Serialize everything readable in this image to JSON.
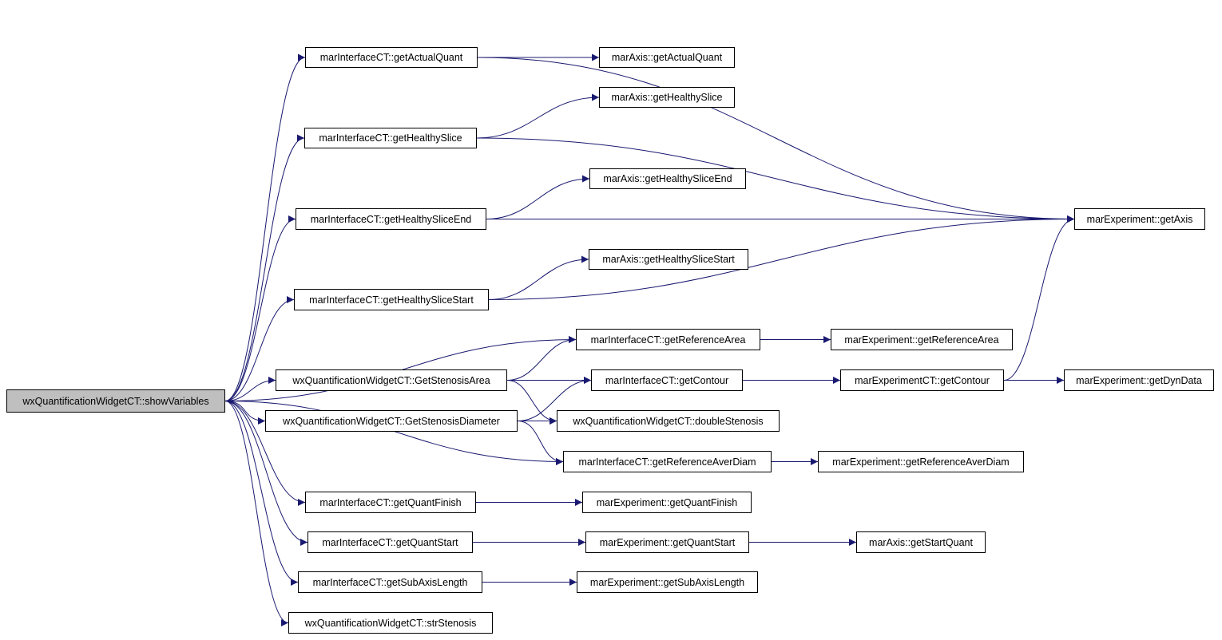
{
  "colors": {
    "edge": "#191970",
    "root_fill": "#bfbfbf",
    "node_fill": "#ffffff",
    "border": "#000000"
  },
  "nodes": {
    "root": "wxQuantificationWidgetCT::showVariables",
    "getActualQuant": "marInterfaceCT::getActualQuant",
    "axisGetActualQuant": "marAxis::getActualQuant",
    "getHealthySlice": "marInterfaceCT::getHealthySlice",
    "axisGetHealthySlice": "marAxis::getHealthySlice",
    "getHealthySliceEnd": "marInterfaceCT::getHealthySliceEnd",
    "axisGetHealthySliceEnd": "marAxis::getHealthySliceEnd",
    "getHealthySliceStart": "marInterfaceCT::getHealthySliceStart",
    "axisGetHealthySliceStart": "marAxis::getHealthySliceStart",
    "expGetAxis": "marExperiment::getAxis",
    "getReferenceArea": "marInterfaceCT::getReferenceArea",
    "expGetReferenceArea": "marExperiment::getReferenceArea",
    "getStenosisArea": "wxQuantificationWidgetCT::GetStenosisArea",
    "getContour": "marInterfaceCT::getContour",
    "expCTGetContour": "marExperimentCT::getContour",
    "expGetDynData": "marExperiment::getDynData",
    "getStenosisDiameter": "wxQuantificationWidgetCT::GetStenosisDiameter",
    "doubleStenosis": "wxQuantificationWidgetCT::doubleStenosis",
    "getReferenceAverDiam": "marInterfaceCT::getReferenceAverDiam",
    "expGetReferenceAverDiam": "marExperiment::getReferenceAverDiam",
    "getQuantFinish": "marInterfaceCT::getQuantFinish",
    "expGetQuantFinish": "marExperiment::getQuantFinish",
    "getQuantStart": "marInterfaceCT::getQuantStart",
    "expGetQuantStart": "marExperiment::getQuantStart",
    "axisGetStartQuant": "marAxis::getStartQuant",
    "getSubAxisLength": "marInterfaceCT::getSubAxisLength",
    "expGetSubAxisLength": "marExperiment::getSubAxisLength",
    "strStenosis": "wxQuantificationWidgetCT::strStenosis"
  },
  "edges": [
    [
      "root",
      "getActualQuant"
    ],
    [
      "root",
      "getHealthySlice"
    ],
    [
      "root",
      "getHealthySliceEnd"
    ],
    [
      "root",
      "getHealthySliceStart"
    ],
    [
      "root",
      "getReferenceArea"
    ],
    [
      "root",
      "getStenosisArea"
    ],
    [
      "root",
      "getStenosisDiameter"
    ],
    [
      "root",
      "getReferenceAverDiam"
    ],
    [
      "root",
      "getQuantFinish"
    ],
    [
      "root",
      "getQuantStart"
    ],
    [
      "root",
      "getSubAxisLength"
    ],
    [
      "root",
      "strStenosis"
    ],
    [
      "getActualQuant",
      "axisGetActualQuant"
    ],
    [
      "getActualQuant",
      "expGetAxis"
    ],
    [
      "getHealthySlice",
      "axisGetHealthySlice"
    ],
    [
      "getHealthySlice",
      "expGetAxis"
    ],
    [
      "getHealthySliceEnd",
      "axisGetHealthySliceEnd"
    ],
    [
      "getHealthySliceEnd",
      "expGetAxis"
    ],
    [
      "getHealthySliceStart",
      "axisGetHealthySliceStart"
    ],
    [
      "getHealthySliceStart",
      "expGetAxis"
    ],
    [
      "getReferenceArea",
      "expGetReferenceArea"
    ],
    [
      "getStenosisArea",
      "getReferenceArea"
    ],
    [
      "getStenosisArea",
      "getContour"
    ],
    [
      "getStenosisArea",
      "doubleStenosis"
    ],
    [
      "getContour",
      "expCTGetContour"
    ],
    [
      "expCTGetContour",
      "expGetDynData"
    ],
    [
      "expCTGetContour",
      "expGetAxis"
    ],
    [
      "getStenosisDiameter",
      "getContour"
    ],
    [
      "getStenosisDiameter",
      "doubleStenosis"
    ],
    [
      "getStenosisDiameter",
      "getReferenceAverDiam"
    ],
    [
      "getReferenceAverDiam",
      "expGetReferenceAverDiam"
    ],
    [
      "getQuantFinish",
      "expGetQuantFinish"
    ],
    [
      "getQuantStart",
      "expGetQuantStart"
    ],
    [
      "expGetQuantStart",
      "axisGetStartQuant"
    ],
    [
      "getSubAxisLength",
      "expGetSubAxisLength"
    ]
  ]
}
